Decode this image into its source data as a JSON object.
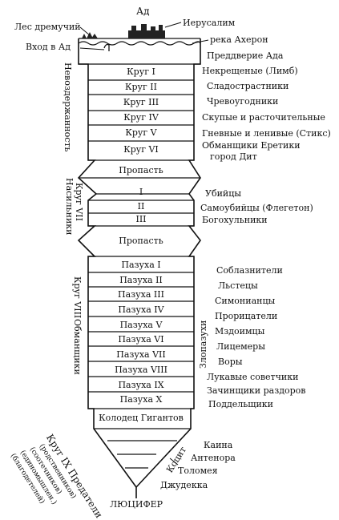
{
  "top": {
    "title": "Ад",
    "forest": "Лес дремучий",
    "jerusalem": "Иерусалим",
    "entrance": "Вход в Ад",
    "acheron": "река Ахерон",
    "vestibule": "Преддверие Ада"
  },
  "incontinence": {
    "side_label": "Невоздержанность",
    "circles": [
      "Круг I",
      "Круг II",
      "Круг III",
      "Круг IV",
      "Круг V",
      "Круг VI"
    ],
    "sinners": [
      "Некрещеные (Лимб)",
      "Сладострастники",
      "Чревоугодники",
      "Скупые и расточительные",
      "Гневные и ленивые (Стикс)",
      "Обманщики  Еретики",
      "город Дит"
    ]
  },
  "abyss1": "Пропасть",
  "violence": {
    "side_label_1": "Круг VII",
    "side_label_2": "Насильники",
    "rings": [
      "I",
      "II",
      "III"
    ],
    "sinners": [
      "Убийцы",
      "Самоубийцы (Флегетон)",
      "Богохульники"
    ]
  },
  "abyss2": "Пропасть",
  "fraud": {
    "side_label_1": "Круг VIII",
    "side_label_2": "Обманщики",
    "bolgias_label": "Злопазухи",
    "bolgias": [
      "Пазуха I",
      "Пазуха II",
      "Пазуха III",
      "Пазуха IV",
      "Пазуха V",
      "Пазуха VI",
      "Пазуха VII",
      "Пазуха VIII",
      "Пазуха IX",
      "Пазуха X"
    ],
    "sinners": [
      "Соблазнители",
      "Льстецы",
      "Симонианцы",
      "Прорицатели",
      "Мздоимцы",
      "Лицемеры",
      "Воры",
      "Лукавые советчики",
      "Зачинщики раздоров",
      "Поддельщики"
    ]
  },
  "giants": "Колодец Гигантов",
  "treachery": {
    "side_label": "Круг IX Предатели",
    "sub_labels": [
      "(родственников)",
      "(соотечников)",
      "(единомышлен.)",
      "(благодетелей)"
    ],
    "cocytus": "Коцит",
    "zones": [
      "Каина",
      "Антенора",
      "Толомея",
      "Джудекка"
    ]
  },
  "lucifer": "ЛЮЦИФЕР"
}
